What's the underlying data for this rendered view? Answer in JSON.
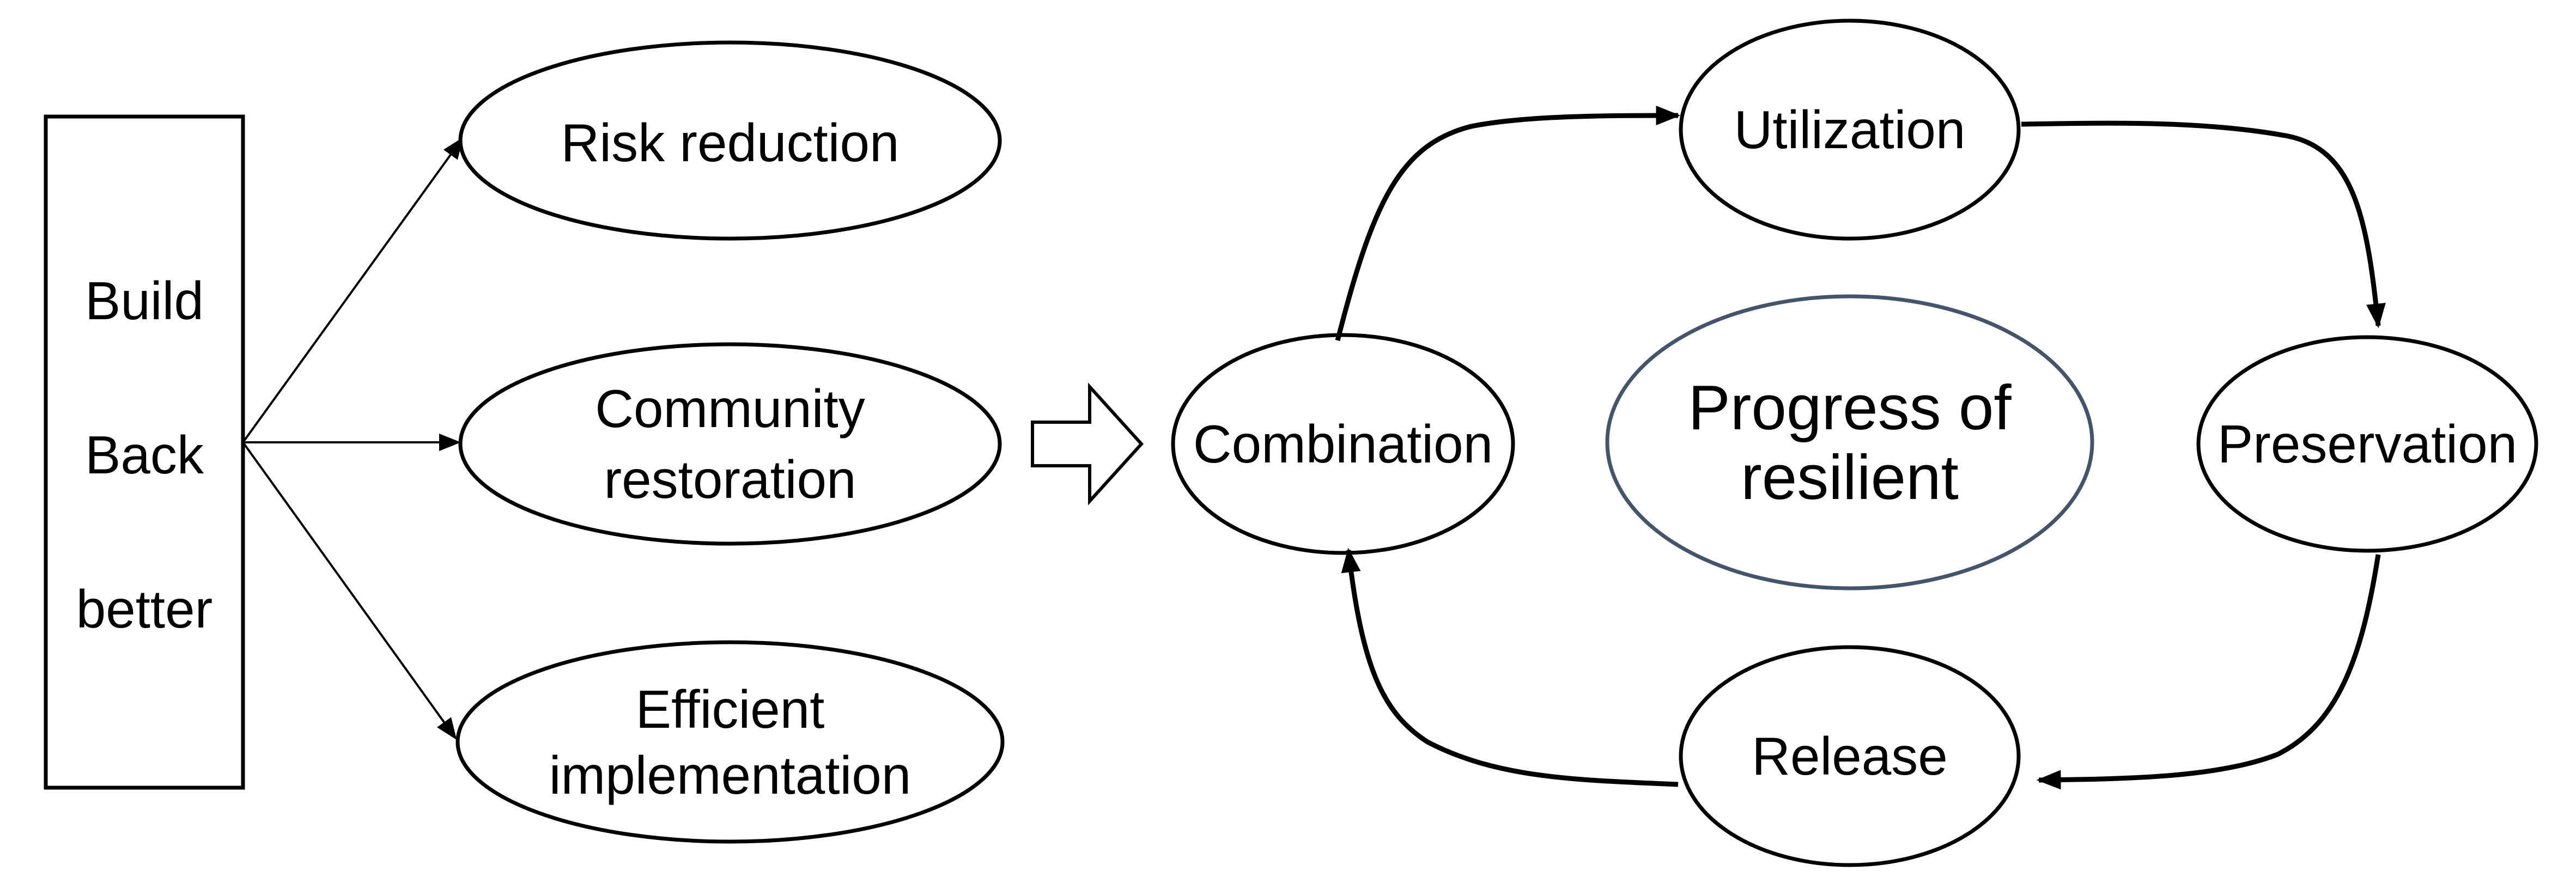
{
  "left_box": {
    "line1": "Build",
    "line2": "Back",
    "line3": "better"
  },
  "principles": {
    "risk_reduction": "Risk reduction",
    "community_line1": "Community",
    "community_line2": "restoration",
    "efficient_line1": "Efficient",
    "efficient_line2": "implementation"
  },
  "cycle": {
    "utilization": "Utilization",
    "preservation": "Preservation",
    "release": "Release",
    "combination": "Combination",
    "center_line1": "Progress of",
    "center_line2": "resilient"
  }
}
